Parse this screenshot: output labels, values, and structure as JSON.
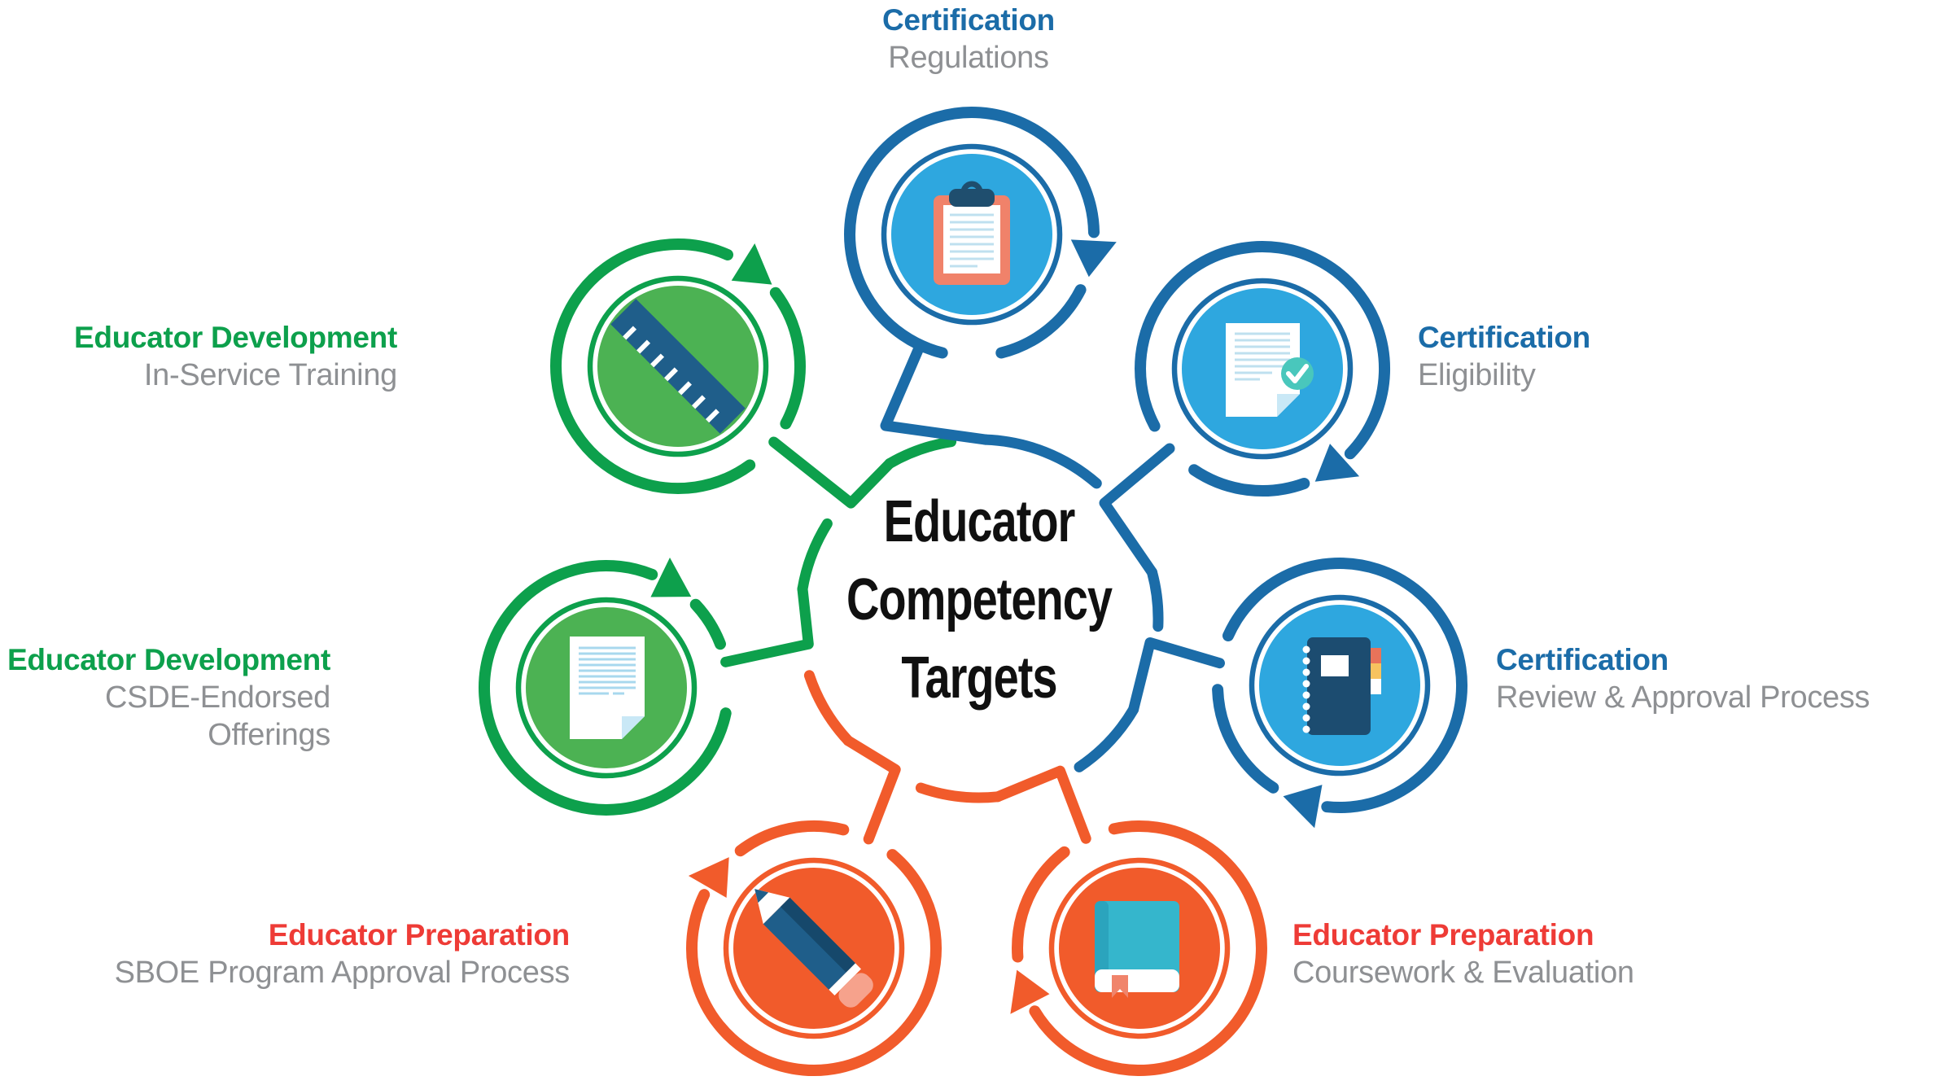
{
  "page": {
    "background": "#FFFFFF",
    "description": "Educator Competency Targets hub diagram"
  },
  "center": {
    "title_lines": [
      "Educator",
      "Competency",
      "Targets"
    ],
    "text_color": "#101010"
  },
  "nodes": [
    {
      "position": "top",
      "category": "Certification",
      "subtitle": "Regulations",
      "group": "certification",
      "icon": "clipboard-icon",
      "arc_color": "#1B6CA8",
      "fill_color": "#2EA7DF"
    },
    {
      "position": "top-right",
      "category": "Certification",
      "subtitle": "Eligibility",
      "group": "certification",
      "icon": "document-check-icon",
      "arc_color": "#1B6CA8",
      "fill_color": "#2EA7DF"
    },
    {
      "position": "right",
      "category": "Certification",
      "subtitle": "Review & Approval Process",
      "group": "certification",
      "icon": "notebook-icon",
      "arc_color": "#1B6CA8",
      "fill_color": "#2EA7DF"
    },
    {
      "position": "bottom-right",
      "category": "Educator Preparation",
      "subtitle": "Coursework & Evaluation",
      "group": "preparation",
      "icon": "book-icon",
      "arc_color": "#F15B2B",
      "fill_color": "#F15B2B"
    },
    {
      "position": "bottom-left",
      "category": "Educator Preparation",
      "subtitle": "SBOE Program Approval Process",
      "group": "preparation",
      "icon": "pencil-icon",
      "arc_color": "#F15B2B",
      "fill_color": "#F15B2B"
    },
    {
      "position": "left",
      "category": "Educator Development",
      "subtitle": "CSDE-Endorsed Offerings",
      "group": "development",
      "icon": "document-icon",
      "arc_color": "#0DA04C",
      "fill_color": "#4CB253"
    },
    {
      "position": "top-left",
      "category": "Educator Development",
      "subtitle": "In-Service Training",
      "group": "development",
      "icon": "ruler-icon",
      "arc_color": "#0DA04C",
      "fill_color": "#4CB253"
    }
  ],
  "colors": {
    "certification_blue": "#1B6CA8",
    "certification_fill_blue": "#2EA7DF",
    "development_green": "#0DA04C",
    "development_fill_green": "#4CB253",
    "preparation_orange": "#F15B2B",
    "preparation_label_red": "#EE3B36",
    "subtitle_gray": "#8E9093",
    "title_black": "#101010",
    "icon_navy": "#1F4E6E",
    "icon_line_light_blue": "#BFE0EF",
    "icon_teal_book": "#35B6CC",
    "icon_check_teal": "#49C7BC",
    "icon_coral": "#F0826A",
    "icon_tab_yellow": "#F7C35F",
    "icon_eraser_pink": "#F6A28C"
  }
}
